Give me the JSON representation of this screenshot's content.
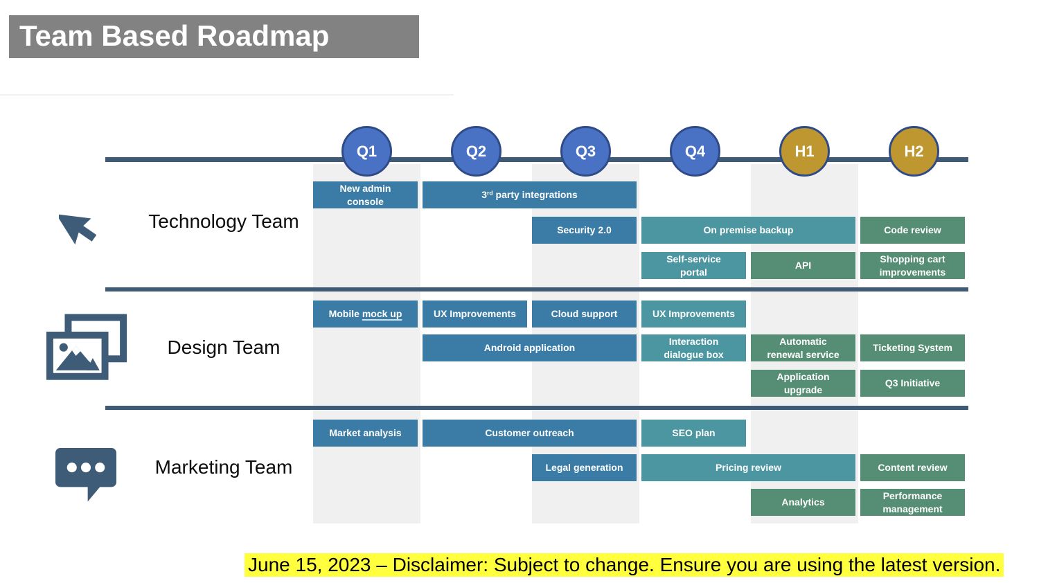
{
  "title": "Team Based Roadmap",
  "disclaimer": "June 15, 2023 – Disclaimer: Subject to change. Ensure you are using the latest version.",
  "columns": [
    {
      "label": "Q1",
      "type": "quarter",
      "striped": true
    },
    {
      "label": "Q2",
      "type": "quarter",
      "striped": false
    },
    {
      "label": "Q3",
      "type": "quarter",
      "striped": true
    },
    {
      "label": "Q4",
      "type": "quarter",
      "striped": false
    },
    {
      "label": "H1",
      "type": "half",
      "striped": true
    },
    {
      "label": "H2",
      "type": "half",
      "striped": false
    }
  ],
  "colors": {
    "bar_blue": "#3A7CA5",
    "bar_teal": "#4C96A1",
    "bar_green": "#568E75",
    "circle_quarter_fill": "#4A72C4",
    "circle_half_fill": "#BE9730",
    "circle_border": "#2F4B87",
    "line_slate": "#3E5A75",
    "stripe_gray": "#F0F0F1",
    "title_bg": "#828282",
    "highlight_yellow": "#FFFF3D"
  },
  "teams": [
    {
      "name": "Technology Team",
      "icon": "cursor-icon",
      "bars": [
        {
          "label": "New admin\nconsole",
          "col": 0,
          "span": 1,
          "row": 0,
          "color": "blue"
        },
        {
          "label": "3rd party integrations",
          "rich": [
            {
              "text": "3"
            },
            {
              "text": "rd",
              "style": "sup"
            },
            {
              "text": " party integrations"
            }
          ],
          "col": 1,
          "span": 2,
          "row": 0,
          "color": "blue"
        },
        {
          "label": "Security 2.0",
          "col": 2,
          "span": 1,
          "row": 1,
          "color": "blue"
        },
        {
          "label": "On premise backup",
          "col": 3,
          "span": 2,
          "row": 1,
          "color": "teal"
        },
        {
          "label": "Code review",
          "col": 5,
          "span": 1,
          "row": 1,
          "color": "green"
        },
        {
          "label": "Self-service\nportal",
          "col": 3,
          "span": 1,
          "row": 2,
          "color": "teal"
        },
        {
          "label": "API",
          "col": 4,
          "span": 1,
          "row": 2,
          "color": "green"
        },
        {
          "label": "Shopping cart\nimprovements",
          "col": 5,
          "span": 1,
          "row": 2,
          "color": "green"
        }
      ]
    },
    {
      "name": "Design Team",
      "icon": "photos-icon",
      "bars": [
        {
          "label": "Mobile mock up",
          "rich": [
            {
              "text": "Mobile "
            },
            {
              "text": "mock up",
              "style": "underline"
            }
          ],
          "col": 0,
          "span": 1,
          "row": 0,
          "color": "blue"
        },
        {
          "label": "UX Improvements",
          "col": 1,
          "span": 1,
          "row": 0,
          "color": "blue"
        },
        {
          "label": "Cloud support",
          "col": 2,
          "span": 1,
          "row": 0,
          "color": "blue"
        },
        {
          "label": "UX Improvements",
          "col": 3,
          "span": 1,
          "row": 0,
          "color": "teal"
        },
        {
          "label": "Android application",
          "col": 1,
          "span": 2,
          "row": 1,
          "color": "blue"
        },
        {
          "label": "Interaction\ndialogue box",
          "col": 3,
          "span": 1,
          "row": 1,
          "color": "teal"
        },
        {
          "label": "Automatic\nrenewal service",
          "col": 4,
          "span": 1,
          "row": 1,
          "color": "green"
        },
        {
          "label": "Ticketing System",
          "col": 5,
          "span": 1,
          "row": 1,
          "color": "green"
        },
        {
          "label": "Application\nupgrade",
          "col": 4,
          "span": 1,
          "row": 2,
          "color": "green"
        },
        {
          "label": "Q3 Initiative",
          "col": 5,
          "span": 1,
          "row": 2,
          "color": "green"
        }
      ]
    },
    {
      "name": "Marketing Team",
      "icon": "chat-icon",
      "bars": [
        {
          "label": "Market analysis",
          "col": 0,
          "span": 1,
          "row": 0,
          "color": "blue"
        },
        {
          "label": "Customer outreach",
          "col": 1,
          "span": 2,
          "row": 0,
          "color": "blue"
        },
        {
          "label": "SEO plan",
          "col": 3,
          "span": 1,
          "row": 0,
          "color": "teal"
        },
        {
          "label": "Legal generation",
          "col": 2,
          "span": 1,
          "row": 1,
          "color": "blue"
        },
        {
          "label": "Pricing review",
          "col": 3,
          "span": 2,
          "row": 1,
          "color": "teal"
        },
        {
          "label": "Content review",
          "col": 5,
          "span": 1,
          "row": 1,
          "color": "green"
        },
        {
          "label": "Analytics",
          "col": 4,
          "span": 1,
          "row": 2,
          "color": "green"
        },
        {
          "label": "Performance\nmanagement",
          "col": 5,
          "span": 1,
          "row": 2,
          "color": "green"
        }
      ]
    }
  ]
}
